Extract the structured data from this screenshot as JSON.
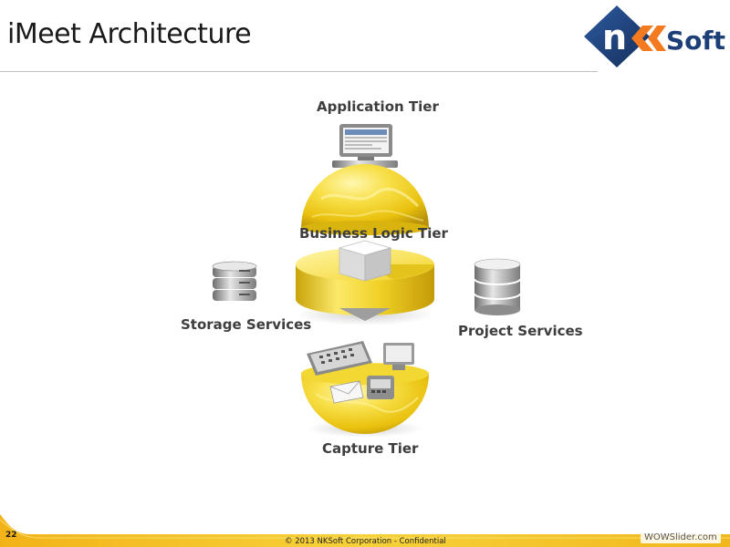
{
  "slide": {
    "title": "iMeet Architecture",
    "page_number": "22",
    "copyright": "© 2013 NKSoft Corporation  -  Confidential",
    "logo_text": "Soft",
    "watermark": "WOWSlider.com"
  },
  "diagram": {
    "application_tier": "Application Tier",
    "business_logic_tier": "Business Logic Tier",
    "storage_services": "Storage Services",
    "project_services": "Project Services",
    "capture_tier": "Capture Tier"
  },
  "colors": {
    "accent_yellow": "#f5d21a",
    "logo_blue": "#1d3f78",
    "logo_orange": "#f47a20"
  }
}
